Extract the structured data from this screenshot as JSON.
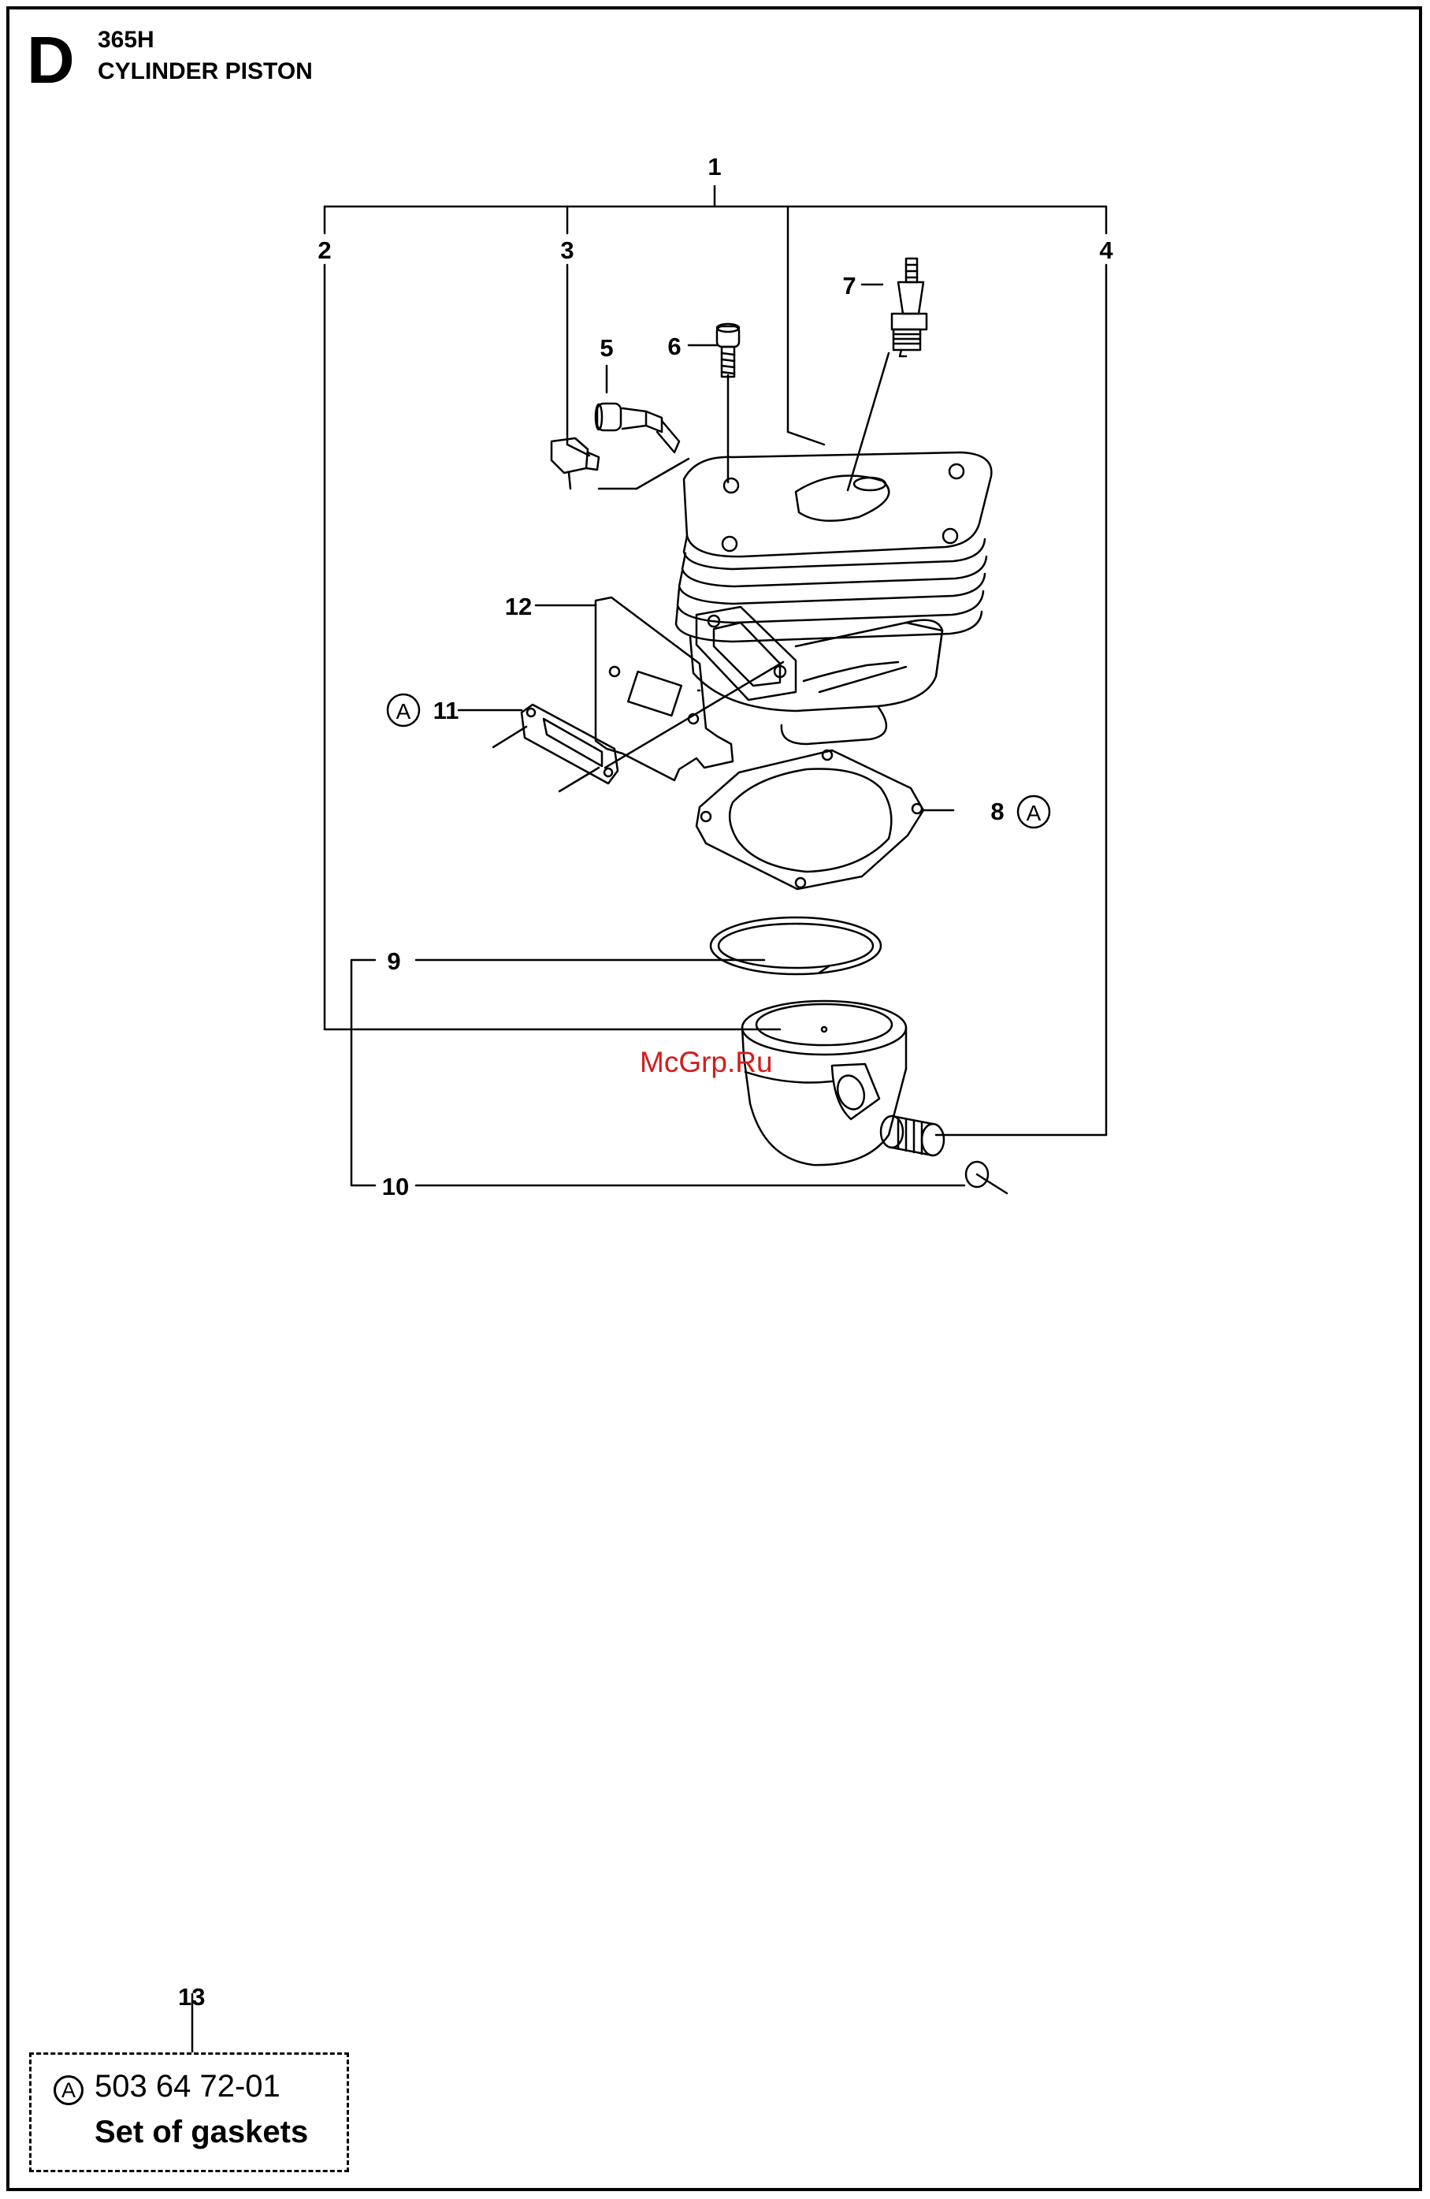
{
  "header": {
    "section_letter": "D",
    "model": "365H",
    "title": "CYLINDER PISTON"
  },
  "callouts": {
    "c1": "1",
    "c2": "2",
    "c3": "3",
    "c4": "4",
    "c5": "5",
    "c6": "6",
    "c7": "7",
    "c8": "8",
    "c9": "9",
    "c10": "10",
    "c11": "11",
    "c12": "12",
    "c13": "13"
  },
  "kit_marker": "A",
  "watermark": "McGrp.Ru",
  "kit": {
    "marker": "A",
    "part_number": "503 64 72-01",
    "name": "Set of gaskets"
  },
  "colors": {
    "line": "#000000",
    "watermark": "#d31c1c",
    "background": "#ffffff"
  }
}
